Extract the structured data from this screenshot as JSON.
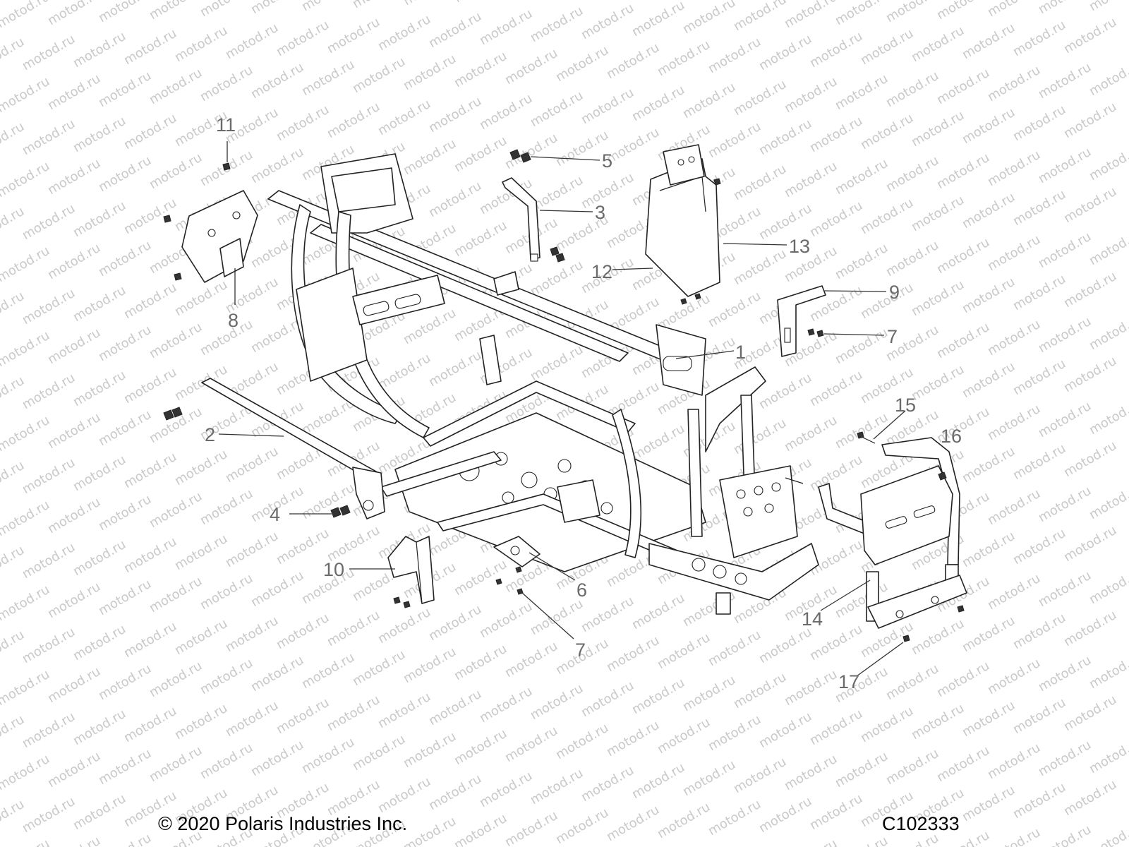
{
  "watermark": {
    "text": "motod.ru"
  },
  "callouts": [
    {
      "id": "1",
      "label": "1"
    },
    {
      "id": "2",
      "label": "2"
    },
    {
      "id": "3",
      "label": "3"
    },
    {
      "id": "4",
      "label": "4"
    },
    {
      "id": "5",
      "label": "5"
    },
    {
      "id": "6",
      "label": "6"
    },
    {
      "id": "7a",
      "label": "7"
    },
    {
      "id": "7b",
      "label": "7"
    },
    {
      "id": "8",
      "label": "8"
    },
    {
      "id": "9",
      "label": "9"
    },
    {
      "id": "10",
      "label": "10"
    },
    {
      "id": "11",
      "label": "11"
    },
    {
      "id": "12",
      "label": "12"
    },
    {
      "id": "13",
      "label": "13"
    },
    {
      "id": "14",
      "label": "14"
    },
    {
      "id": "15",
      "label": "15"
    },
    {
      "id": "16",
      "label": "16"
    },
    {
      "id": "17",
      "label": "17"
    }
  ],
  "footer": {
    "copyright": "© 2020 Polaris Industries Inc.",
    "figure_id": "C102333"
  }
}
